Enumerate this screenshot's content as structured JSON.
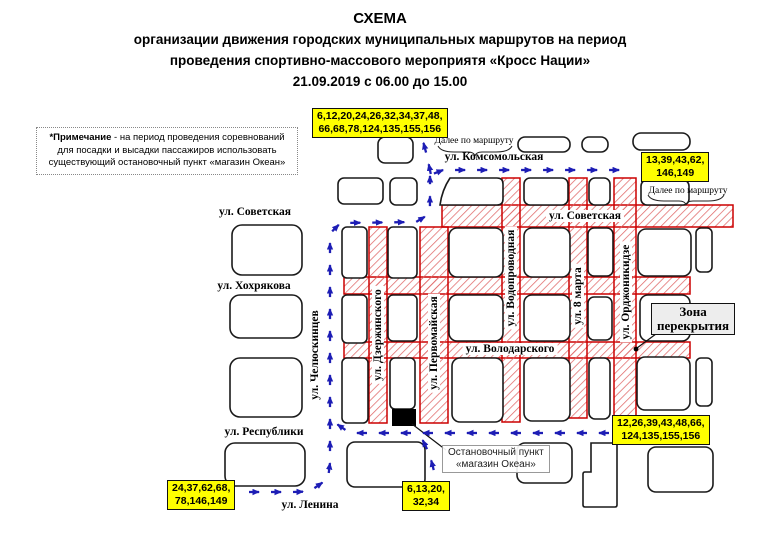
{
  "title": {
    "l1": "СХЕМА",
    "l2": "организации движения городских муниципальных маршрутов на период",
    "l3": "проведения спортивно-массового мероприятя «Кросс Нации»",
    "l4": "21.09.2019 с 06.00 до 15.00"
  },
  "note": {
    "bold": "*Примечание",
    "text": " - на период проведения соревнований для посадки и высадки пассажиров использовать существующий остановочный пункт «магазин Океан»"
  },
  "route_boxes": {
    "north": {
      "l1": "6,12,20,24,26,32,34,37,48,",
      "l2": "66,68,78,124,135,155,156"
    },
    "east": {
      "l1": "13,39,43,62,",
      "l2": "146,149"
    },
    "southeast": {
      "l1": "12,26,39,43,48,66,",
      "l2": "124,135,155,156"
    },
    "south": {
      "l1": "6,13,20,",
      "l2": "32,34"
    },
    "southwest": {
      "l1": "24,37,62,68,",
      "l2": "78,146,149"
    }
  },
  "streets": {
    "komsomolskaya": "ул. Комсомольская",
    "sovetskaya_west": "ул. Советская",
    "sovetskaya_east": "ул. Советская",
    "khokhryakova": "ул. Хохрякова",
    "chelyuskintsev": "ул. Челюскинцев",
    "dzerzhinskogo": "ул. Дзержинского",
    "pervomayskaya": "ул. Первомайская",
    "vodoprovodnaya": "ул. Водопроводная",
    "marta8": "ул. 8 марта",
    "ordzhonikidze": "ул. Орджоникидзе",
    "volodarskogo": "ул. Володарского",
    "respubliki": "ул. Республики",
    "lenina": "ул. Ленина"
  },
  "labels": {
    "dalee_north": "Далее по маршруту",
    "dalee_east": "Далее по маршруту",
    "zona_l1": "Зона",
    "zona_l2": "перекрытия",
    "stop_l1": "Остановочный пункт",
    "stop_l2": "«магазин Океан»"
  },
  "colors": {
    "closure_red": "#cc0000",
    "route_blue": "#1d1db5",
    "highlight_yellow": "#ffff00"
  }
}
